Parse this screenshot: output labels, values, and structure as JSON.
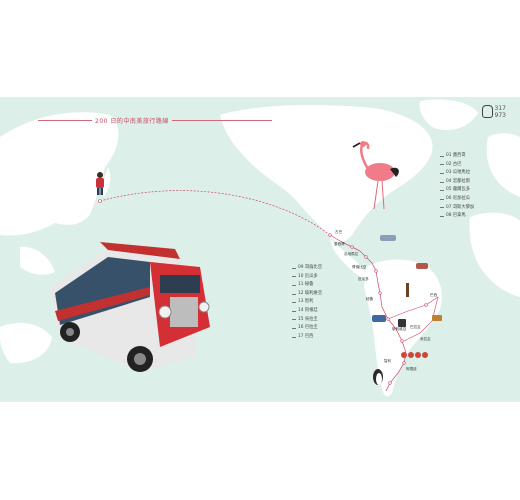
{
  "header": {
    "title": "200 日的中南美旅行路線",
    "page_number_top": "317",
    "page_number_bottom": "973"
  },
  "north_route_list": [
    "01 墨西哥",
    "02 古巴",
    "03 瓜地馬拉",
    "04 宏都拉斯",
    "05 薩爾瓦多",
    "06 尼加拉瓜",
    "07 哥斯大黎加",
    "08 巴拿馬"
  ],
  "south_route_list": [
    "09 哥倫比亞",
    "10 厄瓜多",
    "11 秘魯",
    "12 玻利維亞",
    "13 智利",
    "14 阿根廷",
    "15 烏拉圭",
    "16 巴拉圭",
    "17 巴西"
  ],
  "map_labels": [
    "古巴",
    "墨西哥",
    "瓜地馬拉",
    "哥倫比亞",
    "厄瓜多",
    "秘魯",
    "玻利維亞",
    "巴西",
    "智利",
    "阿根廷",
    "烏拉圭",
    "巴拉圭"
  ],
  "colors": {
    "sea": "#dcefe9",
    "land": "#ffffff",
    "route": "#c94a63",
    "accent": "#c94a63"
  },
  "icons": [
    "backpack-icon",
    "flamingo-illustration",
    "chicken-bus-illustration",
    "traveler-illustration",
    "penguin-illustration"
  ]
}
